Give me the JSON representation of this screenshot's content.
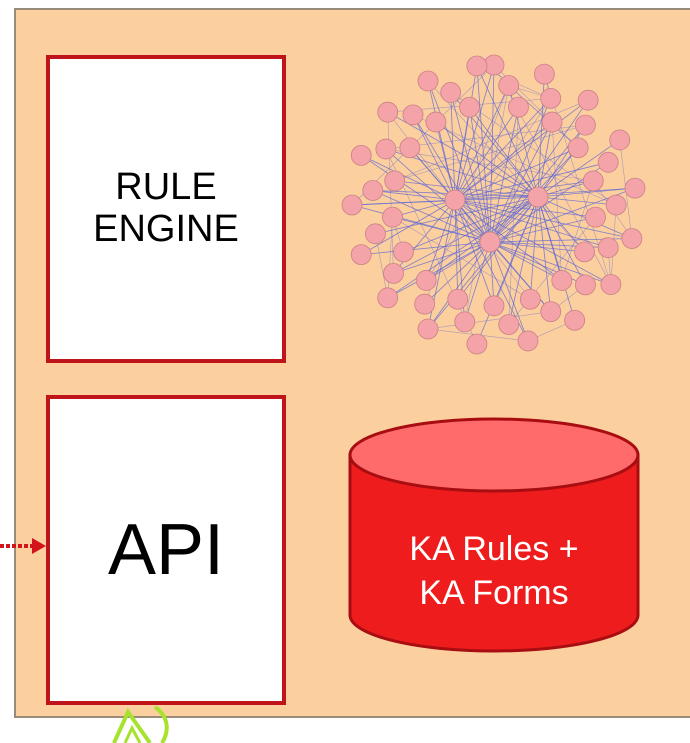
{
  "rule_engine": {
    "line1": "RULE",
    "line2": "ENGINE"
  },
  "api": {
    "label": "API"
  },
  "database": {
    "line1": "KA Rules +",
    "line2": "KA Forms"
  },
  "colors": {
    "panel_bg": "#fccf9e",
    "box_border": "#c0141b",
    "db_fill": "#ee1c1c",
    "db_top": "#ff6b6b",
    "arrow": "#d4141b",
    "node_fill": "#f4a3a8",
    "edge": "#5a64d8",
    "green": "#a6e22e"
  },
  "network": {
    "node_count": 52,
    "hubs": 3
  }
}
